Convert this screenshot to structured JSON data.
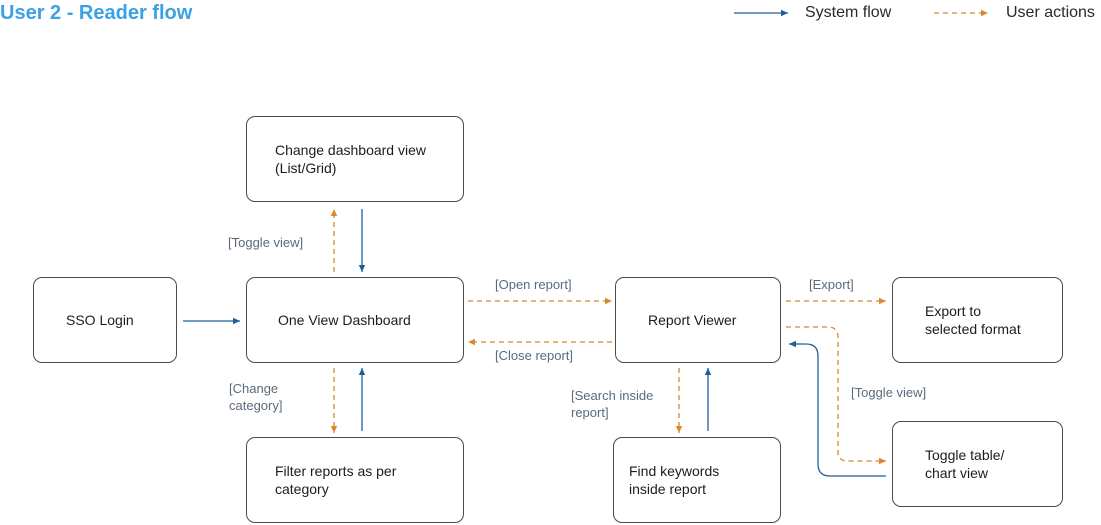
{
  "title": "User 2 - Reader flow",
  "legend": {
    "system": "System flow",
    "user": "User actions"
  },
  "colors": {
    "system": "#1f5f99",
    "user": "#d98a2b",
    "title": "#3aa1e6"
  },
  "nodes": {
    "sso": "SSO Login",
    "dashboard": "One View Dashboard",
    "change_view": "Change dashboard view\n(List/Grid)",
    "filter": "Filter reports as per\ncategory",
    "viewer": "Report Viewer",
    "find": "Find keywords\ninside report",
    "export": "Export to\nselected format",
    "toggle_table": "Toggle table/\nchart view"
  },
  "edge_labels": {
    "toggle_view_1": "[Toggle view]",
    "change_category": "[Change\ncategory]",
    "open_report": "[Open report]",
    "close_report": "[Close report]",
    "search_inside": "[Search inside\nreport]",
    "export": "[Export]",
    "toggle_view_2": "[Toggle view]"
  }
}
